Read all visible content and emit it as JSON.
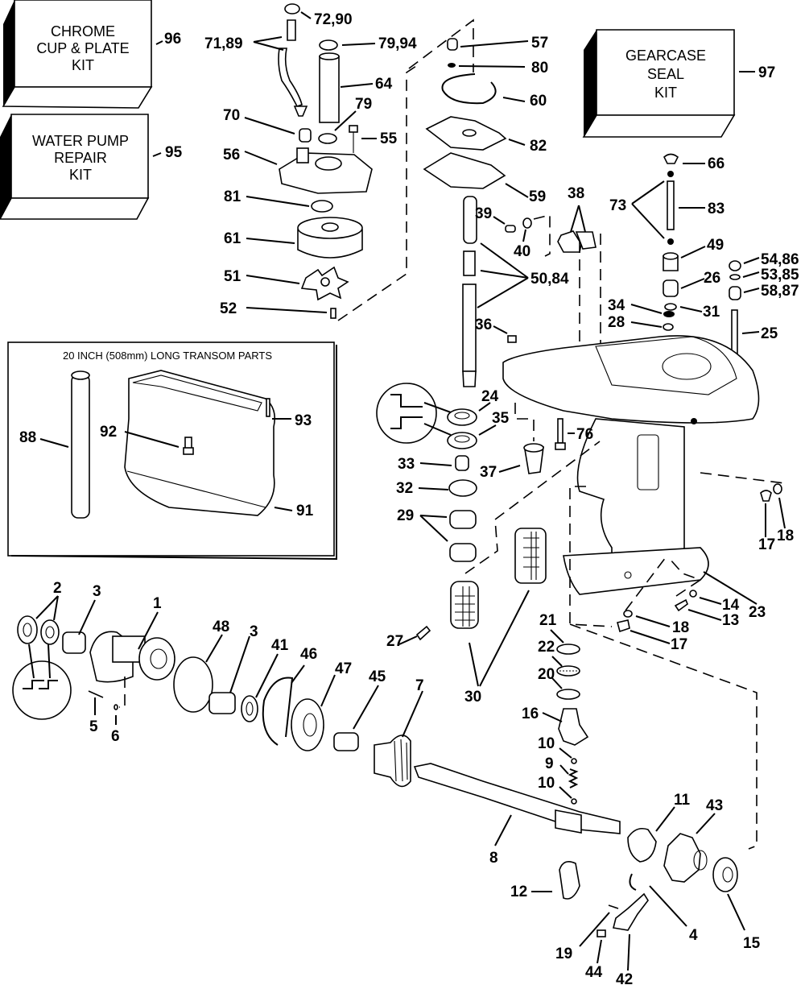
{
  "diagram": {
    "title": "Gearcase exploded parts diagram",
    "kits": [
      {
        "id": "96",
        "lines": [
          "CHROME",
          "CUP & PLATE",
          "KIT"
        ]
      },
      {
        "id": "95",
        "lines": [
          "WATER PUMP",
          "REPAIR",
          "KIT"
        ]
      },
      {
        "id": "97",
        "lines": [
          "GEARCASE",
          "SEAL",
          "KIT"
        ]
      }
    ],
    "inset": {
      "title": "20 INCH (508mm) LONG TRANSOM PARTS",
      "callouts": [
        "88",
        "92",
        "93",
        "91"
      ]
    },
    "callouts": {
      "c72_90": "72,90",
      "c71_89": "71,89",
      "c79_94": "79,94",
      "c64": "64",
      "c79": "79",
      "c70": "70",
      "c55": "55",
      "c56": "56",
      "c81": "81",
      "c61": "61",
      "c51": "51",
      "c52": "52",
      "c57": "57",
      "c80": "80",
      "c60": "60",
      "c82": "82",
      "c59": "59",
      "c39": "39",
      "c40": "40",
      "c38": "38",
      "c50_84": "50,84",
      "c36": "36",
      "c66": "66",
      "c73": "73",
      "c83": "83",
      "c49": "49",
      "c54_86": "54,86",
      "c26": "26",
      "c53_85": "53,85",
      "c58_87": "58,87",
      "c34": "34",
      "c31": "31",
      "c28": "28",
      "c25": "25",
      "c24": "24",
      "c35": "35",
      "c76": "76",
      "c33": "33",
      "c37": "37",
      "c32": "32",
      "c29": "29",
      "c17a": "17",
      "c18a": "18",
      "c23": "23",
      "c14": "14",
      "c13": "13",
      "c18b": "18",
      "c17b": "17",
      "c27": "27",
      "c30": "30",
      "c21": "21",
      "c22": "22",
      "c20": "20",
      "c16": "16",
      "c10a": "10",
      "c9": "9",
      "c10b": "10",
      "c2": "2",
      "c3a": "3",
      "c1": "1",
      "c48": "48",
      "c3b": "3",
      "c41": "41",
      "c46": "46",
      "c47": "47",
      "c45": "45",
      "c7": "7",
      "c5": "5",
      "c6": "6",
      "c8": "8",
      "c11": "11",
      "c43": "43",
      "c12": "12",
      "c4": "4",
      "c15": "15",
      "c19": "19",
      "c44": "44",
      "c42": "42"
    }
  }
}
